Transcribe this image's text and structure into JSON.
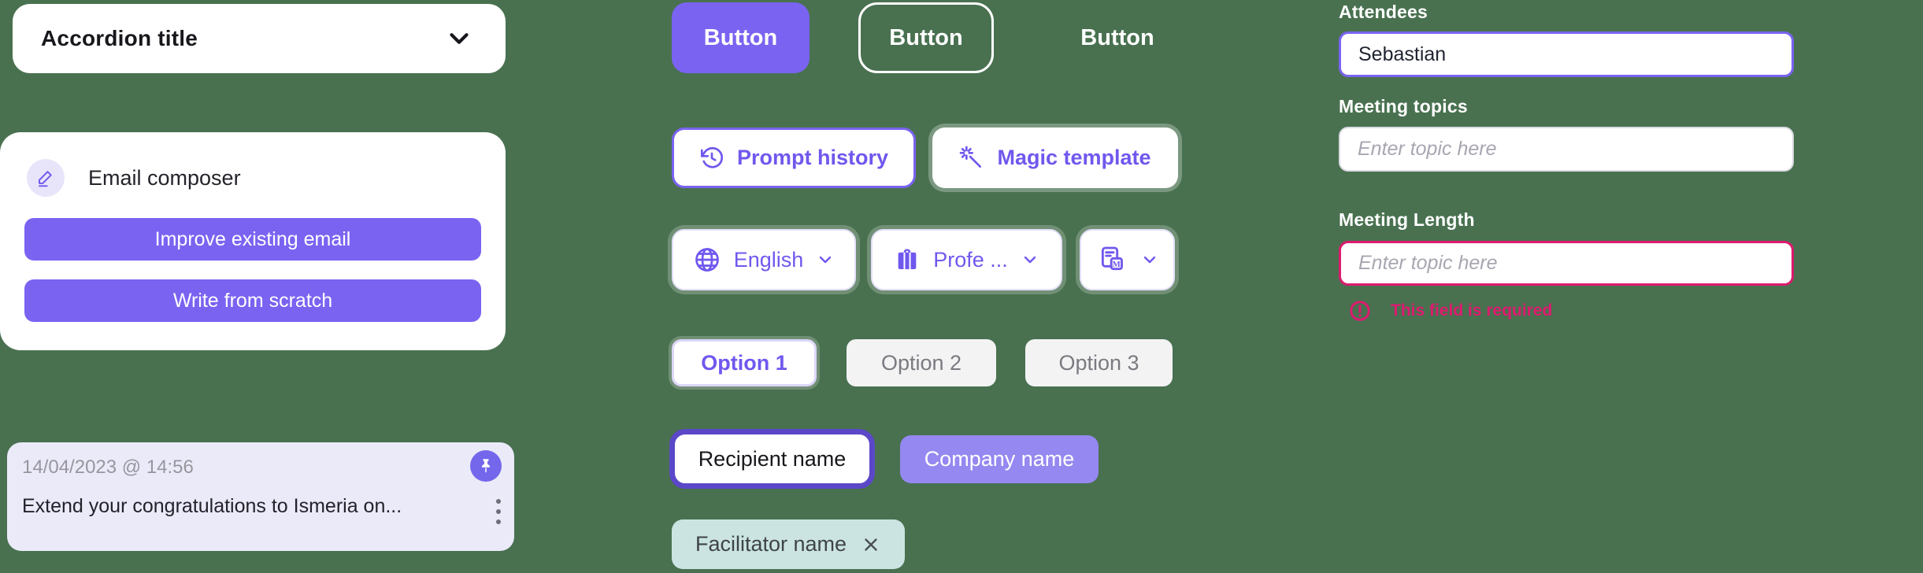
{
  "colors": {
    "background": "#497150",
    "primary_purple": "#7A63F1",
    "purple_text": "#6F58EE",
    "ring_purple": "#5A48C8",
    "company_chip_purple": "#9588F0",
    "pinned_card_lavender": "#EBEAF9",
    "facilitator_teal": "#CBE4E1",
    "error_pink": "#DC1A6E",
    "white": "#FFFFFF"
  },
  "accordion": {
    "title": "Accordion title",
    "chevron_icon": "chevron-down-icon"
  },
  "email_composer": {
    "title": "Email composer",
    "icon": "pencil-icon",
    "improve_label": "Improve existing email",
    "scratch_label": "Write from scratch"
  },
  "pinned_prompt": {
    "timestamp": "14/04/2023 @ 14:56",
    "message": "Extend your congratulations to Ismeria on...",
    "pin_icon": "pushpin-icon",
    "menu_icon": "kebab-menu-icon"
  },
  "buttons_showcase": {
    "filled_label": "Button",
    "outlined_label": "Button",
    "text_label": "Button"
  },
  "action_buttons": {
    "prompt_history_label": "Prompt history",
    "prompt_history_icon": "history-icon",
    "magic_template_label": "Magic template",
    "magic_template_icon": "magic-wand-icon"
  },
  "dropdowns": {
    "language_label": "English",
    "language_icon": "globe-icon",
    "tone_label": "Profe ...",
    "tone_icon": "briefcase-icon",
    "template_icon": "document-template-icon",
    "chevron_icon": "chevron-down-icon"
  },
  "options": [
    {
      "label": "Option 1",
      "selected": true
    },
    {
      "label": "Option 2",
      "selected": false
    },
    {
      "label": "Option 3",
      "selected": false
    }
  ],
  "chips": {
    "recipient_label": "Recipient name",
    "company_label": "Company name",
    "facilitator_label": "Facilitator name",
    "close_icon": "close-icon"
  },
  "form": {
    "attendees": {
      "label": "Attendees",
      "value": "Sebastian"
    },
    "meeting_topics": {
      "label": "Meeting topics",
      "placeholder": "Enter topic here"
    },
    "meeting_length": {
      "label": "Meeting Length",
      "placeholder": "Enter topic here",
      "error": "This field is required",
      "error_icon": "alert-circle-icon"
    }
  }
}
